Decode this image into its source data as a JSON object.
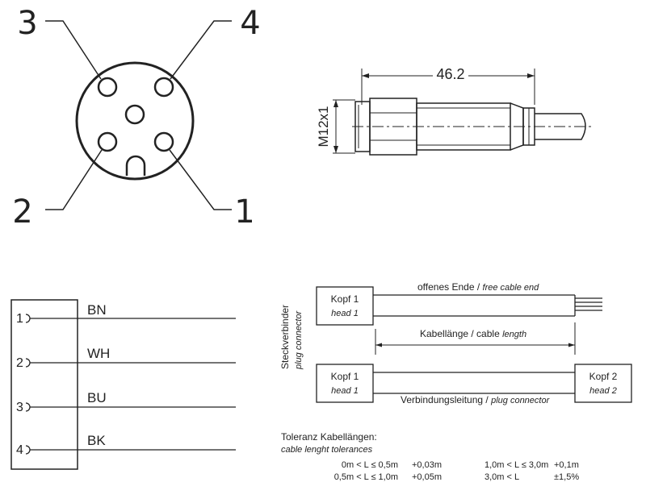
{
  "pinout": {
    "pins": [
      {
        "number": "3"
      },
      {
        "number": "4"
      },
      {
        "number": "2"
      },
      {
        "number": "1"
      }
    ]
  },
  "connector_side": {
    "length_dimension": "46.2",
    "thread_label": "M12x1"
  },
  "wiring": {
    "rows": [
      {
        "pin": "1",
        "color": "BN"
      },
      {
        "pin": "2",
        "color": "WH"
      },
      {
        "pin": "3",
        "color": "BU"
      },
      {
        "pin": "4",
        "color": "BK"
      }
    ]
  },
  "cable": {
    "side_label": "Steckverbinder",
    "side_label_en": "plug connector",
    "top": {
      "head": "Kopf 1",
      "head_en": "head 1",
      "end_label": "offenes Ende",
      "end_label_en": "free cable end"
    },
    "length_label": "Kabellänge / cable",
    "length_label_en": "length",
    "bottom": {
      "head_left": "Kopf 1",
      "head_left_en": "head 1",
      "head_right": "Kopf 2",
      "head_right_en": "head 2",
      "link_label": "Verbindungsleitung /",
      "link_label_en": "plug connector"
    }
  },
  "tolerances": {
    "title": "Toleranz Kabellängen:",
    "subtitle": "cable lenght tolerances",
    "rows": [
      {
        "range": "0m < L ≤ 0,5m",
        "value": "+0,03m",
        "range2": "1,0m < L ≤ 3,0m",
        "value2": "+0,1m"
      },
      {
        "range": "0,5m < L ≤ 1,0m",
        "value": "+0,05m",
        "range2": "3,0m < L",
        "value2": "±1,5%"
      }
    ]
  }
}
